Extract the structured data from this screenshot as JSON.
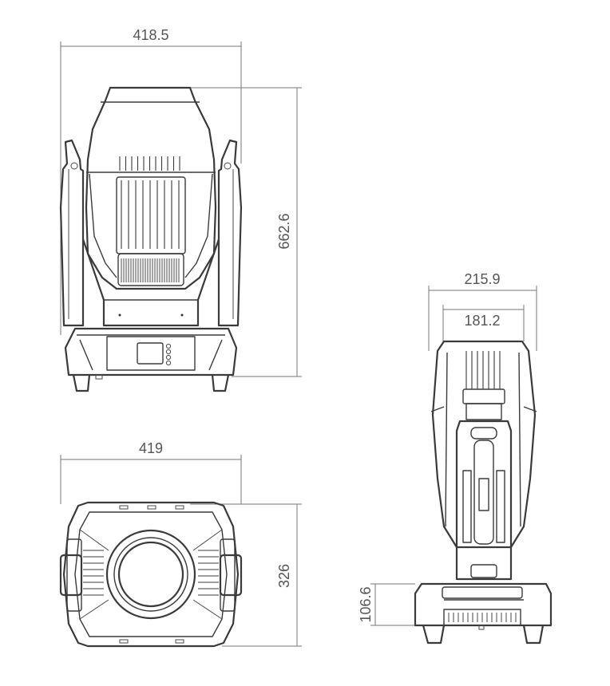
{
  "views": {
    "front": {
      "width_label": "418.5",
      "height_label": "662.6"
    },
    "bottom": {
      "width_label": "419",
      "depth_label": "326"
    },
    "side": {
      "outer_width_label": "215.9",
      "inner_width_label": "181.2",
      "base_height_label": "106.6"
    }
  }
}
